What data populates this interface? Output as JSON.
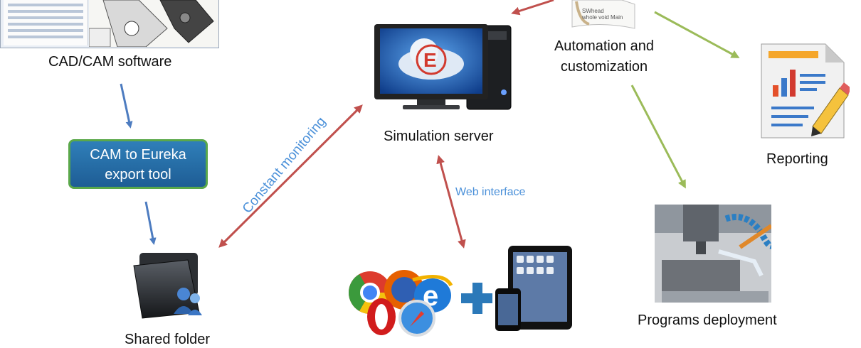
{
  "nodes": {
    "cad": {
      "label": "CAD/CAM software"
    },
    "export": {
      "label_line1": "CAM to Eureka",
      "label_line2": "export tool"
    },
    "shared": {
      "label": "Shared folder"
    },
    "server": {
      "label": "Simulation server"
    },
    "automation": {
      "label_line1": "Automation and",
      "label_line2": "customization"
    },
    "reporting": {
      "label": "Reporting"
    },
    "deployment": {
      "label": "Programs deployment"
    }
  },
  "edges": {
    "constant_monitoring": "Constant monitoring",
    "web_interface": "Web interface"
  },
  "doc_snippet": {
    "line1": "SWhead",
    "line2": "whole void Main"
  },
  "colors": {
    "blue_arrow": "#4d7cc0",
    "red_arrow": "#c0504d",
    "green_arrow": "#9bbb59",
    "label_blue": "#4a90d9"
  }
}
